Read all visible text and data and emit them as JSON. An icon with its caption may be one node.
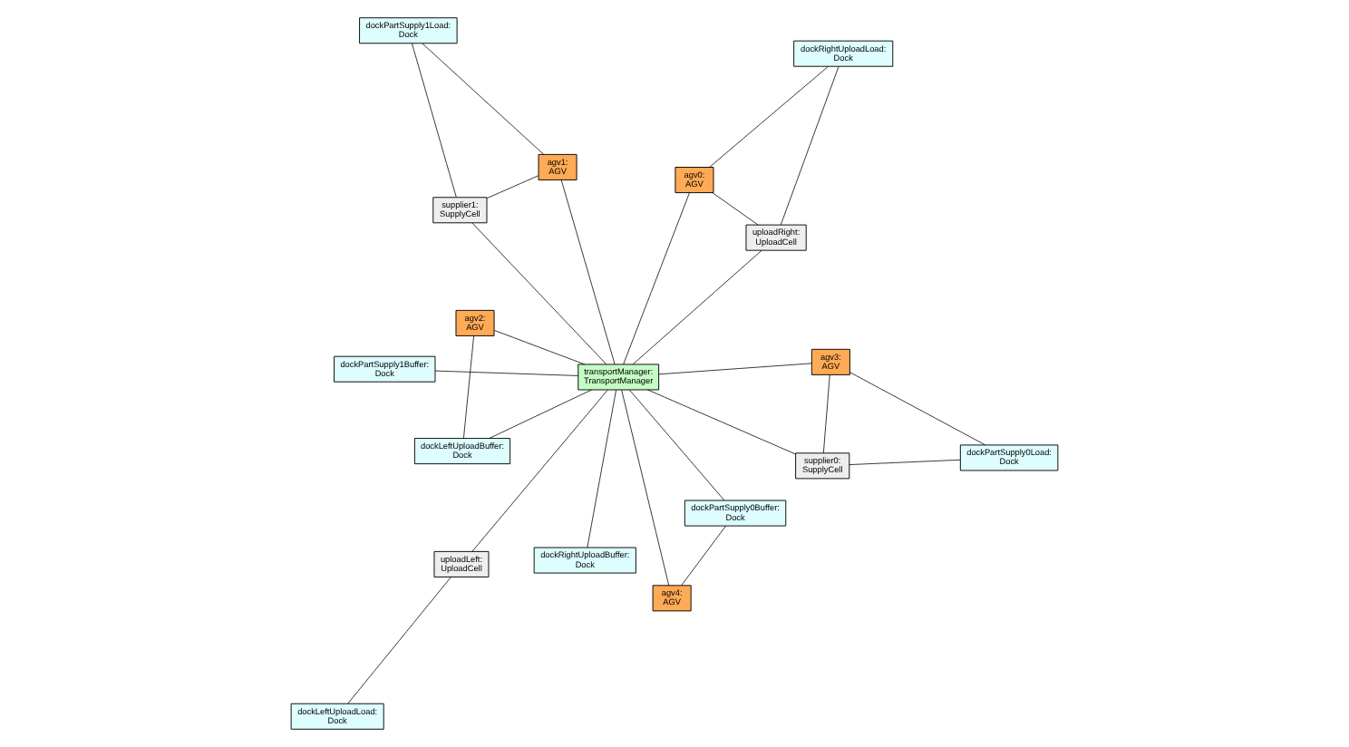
{
  "diagram": {
    "nodes": [
      {
        "text": [
          "uploadLeft:",
          "UploadCell"
        ]
      },
      {
        "text": [
          "uploadRight:",
          "UploadCell"
        ]
      },
      {
        "text": [
          "dockLeftUploadLoad:",
          "Dock"
        ]
      },
      {
        "text": [
          "agv0:",
          "AGV"
        ]
      },
      {
        "text": [
          "dockRightUploadLoad:",
          "Dock"
        ]
      },
      {
        "text": [
          "agv2:",
          "AGV"
        ]
      },
      {
        "text": [
          "dockLeftUploadBuffer:",
          "Dock"
        ]
      },
      {
        "text": [
          "transportManager:",
          "TransportManager"
        ]
      },
      {
        "text": [
          "dockRightUploadBuffer:",
          "Dock"
        ]
      },
      {
        "text": [
          "dockPartSupply0Buffer:",
          "Dock"
        ]
      },
      {
        "text": [
          "agv4:",
          "AGV"
        ]
      },
      {
        "text": [
          "dockPartSupply1Buffer:",
          "Dock"
        ]
      },
      {
        "text": [
          "dockPartSupply0Load:",
          "Dock"
        ]
      },
      {
        "text": [
          "agv3:",
          "AGV"
        ]
      },
      {
        "text": [
          "agv1:",
          "AGV"
        ]
      },
      {
        "text": [
          "dockPartSupply1Load:",
          "Dock"
        ]
      },
      {
        "text": [
          "supplier0:",
          "SupplyCell"
        ]
      },
      {
        "text": [
          "supplier1:",
          "SupplyCell"
        ]
      }
    ],
    "edges": [
      {
        "from": 0,
        "to": 2,
        "arrow": "none"
      },
      {
        "from": 0,
        "to": 7,
        "arrow": "none"
      },
      {
        "from": 1,
        "to": 7,
        "arrow": "none"
      },
      {
        "from": 1,
        "to": 3,
        "arrow": "none"
      },
      {
        "from": 1,
        "to": 4,
        "arrow": "none"
      },
      {
        "from": 3,
        "to": 4,
        "arrow": "none"
      },
      {
        "from": 3,
        "to": 7,
        "arrow": "none"
      },
      {
        "from": 6,
        "to": 5,
        "arrow": "none"
      },
      {
        "from": 5,
        "to": 7,
        "arrow": "none"
      },
      {
        "from": 6,
        "to": 7,
        "arrow": "none"
      },
      {
        "from": 9,
        "to": 7,
        "arrow": "none"
      },
      {
        "from": 7,
        "to": 8,
        "arrow": "none"
      },
      {
        "from": 9,
        "to": 10,
        "arrow": "none"
      },
      {
        "from": 10,
        "to": 7,
        "arrow": "none"
      },
      {
        "from": 13,
        "to": 7,
        "arrow": "none"
      },
      {
        "from": 16,
        "to": 7,
        "arrow": "none"
      },
      {
        "from": 12,
        "to": 13,
        "arrow": "none"
      },
      {
        "from": 12,
        "to": 16,
        "arrow": "none"
      },
      {
        "from": 13,
        "to": 16,
        "arrow": "none"
      },
      {
        "from": 7,
        "to": 11,
        "arrow": "none"
      },
      {
        "from": 7,
        "to": 14,
        "arrow": "none"
      },
      {
        "from": 7,
        "to": 17,
        "arrow": "none"
      },
      {
        "from": 14,
        "to": 15,
        "arrow": "none"
      },
      {
        "from": 14,
        "to": 17,
        "arrow": "none"
      },
      {
        "from": 17,
        "to": 15,
        "arrow": "none"
      }
    ]
  }
}
